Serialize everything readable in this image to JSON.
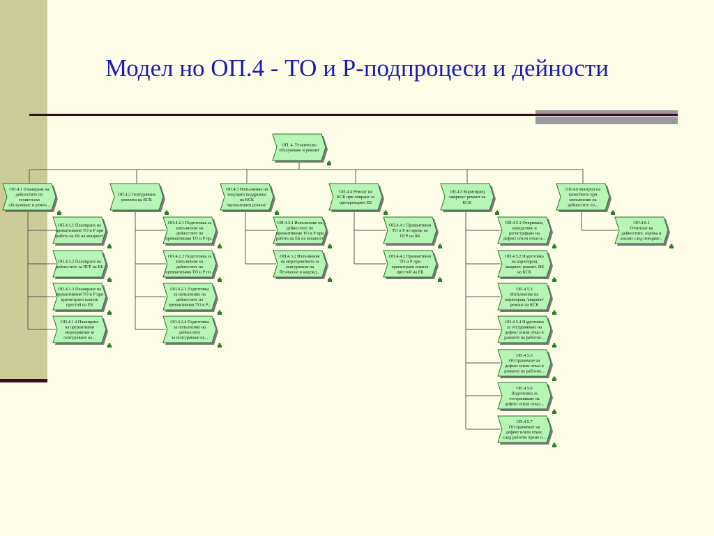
{
  "title": "Модел но ОП.4 - ТО и Р-подпроцеси и дейности",
  "diagram": {
    "root": {
      "id": "root",
      "lines": [
        "ОП. 4. Техническо",
        "обслужване и ремонт"
      ]
    },
    "level1": [
      {
        "id": "op41",
        "lines": [
          "ОП.4.1 Планиране на",
          "дейностите по",
          "техническо",
          "обслужване и ремон..."
        ]
      },
      {
        "id": "op42",
        "lines": [
          "ОП.4.2 Осигуряване",
          "ремонта на КСК"
        ]
      },
      {
        "id": "op43",
        "lines": [
          "ОП.4.3 Изпълнение на",
          "текущата поддръжка",
          "на КСК",
          "/превантивен ремонт/"
        ]
      },
      {
        "id": "op44",
        "lines": [
          "ОП.4.4 Ремонт на",
          "КСК при спиране за",
          "презареждане ЕБ"
        ]
      },
      {
        "id": "op45",
        "lines": [
          "ОП.4.5 Коригиращ",
          "/авариен/ ремонт на",
          "КСК"
        ]
      },
      {
        "id": "op46",
        "lines": [
          "ОП.4.6 Контрол на",
          "качеството при",
          "изпълнение на",
          "дейностите по..."
        ]
      }
    ],
    "level2": [
      {
        "parent": "op41",
        "id": "op411",
        "lines": [
          "ОП.4.1.1 Планиране на",
          "превантивния ТО и Р при",
          "работа на ЕБ на мощност"
        ]
      },
      {
        "parent": "op41",
        "id": "op412",
        "lines": [
          "ОП.4.1.2 Планиране на",
          "дейностите за ПГР на ЕБ"
        ]
      },
      {
        "parent": "op41",
        "id": "op413",
        "lines": [
          "ОП.4.1.3 Планиране на",
          "превантивния ТО и Р при",
          "краткотраен планов",
          "престой на ЕБ"
        ]
      },
      {
        "parent": "op41",
        "id": "op414",
        "lines": [
          "ОП.4.1.4 Планиране",
          "на превантивни",
          "мероприятия за",
          "осигуряване на..."
        ]
      },
      {
        "parent": "op42",
        "id": "op421",
        "lines": [
          "ОП.4.2.1 Подготовка за",
          "изпълнение на",
          "дейностите по",
          "превантивния ТО и Р пр..."
        ]
      },
      {
        "parent": "op42",
        "id": "op422",
        "lines": [
          "ОП.4.2.2 Подготовка за",
          "изпълнение на",
          "дейностите по",
          "превантивния ТО и Р по..."
        ]
      },
      {
        "parent": "op42",
        "id": "op423",
        "lines": [
          "ОП.4.2.3 Подготовка",
          "за изпълнение на",
          "дейностите по",
          "превантивния ТО и Р..."
        ]
      },
      {
        "parent": "op42",
        "id": "op424",
        "lines": [
          "ОП.4.2.4 Подготовка",
          "за изпълнение на",
          "дейностите",
          "за осигуряване на..."
        ]
      },
      {
        "parent": "op43",
        "id": "op431",
        "lines": [
          "ОП.4.3.1 Изпълнение на",
          "дейностите по",
          "превантивния ТО и Р при",
          "работа на ЕБ на мощност"
        ]
      },
      {
        "parent": "op43",
        "id": "op432",
        "lines": [
          "ОП.4.3.2 Изпълнение",
          "на мероприятията за",
          "осигуряване на",
          "безопасна и надежд..."
        ]
      },
      {
        "parent": "op44",
        "id": "op441",
        "lines": [
          "ОП.4.4.1 Превантивни",
          "ТО и Р по време на",
          "ПГР на ЯБ"
        ]
      },
      {
        "parent": "op44",
        "id": "op442",
        "lines": [
          "ОП.4.4.2 Превантивни",
          "ТО и Р при",
          "краткотраен планов",
          "престой на ЕБ"
        ]
      },
      {
        "parent": "op45",
        "id": "op451",
        "lines": [
          "ОП.4.5.1 Откриване,",
          "определяне и",
          "регистриране на",
          "дефект и/или отказ н..."
        ]
      },
      {
        "parent": "op45",
        "id": "op452",
        "lines": [
          "ОП.4.5.2 Подготовка",
          "на коригиращ",
          "/авариен/ ремонт. ИЕ",
          "на КСК"
        ]
      },
      {
        "parent": "op45",
        "id": "op453",
        "lines": [
          "ОП.4.5.3",
          "Изпълнение на",
          "коригиращ /авариен/",
          "ремонт на КСК"
        ]
      },
      {
        "parent": "op45",
        "id": "op454",
        "lines": [
          "ОП.4.5.4 Подготовка",
          "за отстраняване на",
          "дефект и/или отказ в",
          "рамките на работно..."
        ]
      },
      {
        "parent": "op45",
        "id": "op455",
        "lines": [
          "ОП.4.5.5",
          "Отстраняване на",
          "дефект и/или отказ в",
          "рамките на работно..."
        ]
      },
      {
        "parent": "op45",
        "id": "op456",
        "lines": [
          "ОП.4.5.6",
          "Подготовка за",
          "отстраняване на",
          "дефект и/или отказ..."
        ]
      },
      {
        "parent": "op45",
        "id": "op457",
        "lines": [
          "ОП.4.5.7",
          "Отстраняване на",
          "дефект и/или отказ,",
          "след работно време о..."
        ]
      },
      {
        "parent": "op46",
        "id": "op461",
        "lines": [
          "ОП.4.6.1",
          "Отчитане на",
          "дейностите, оценка и",
          "анализ след извърше..."
        ]
      }
    ]
  }
}
